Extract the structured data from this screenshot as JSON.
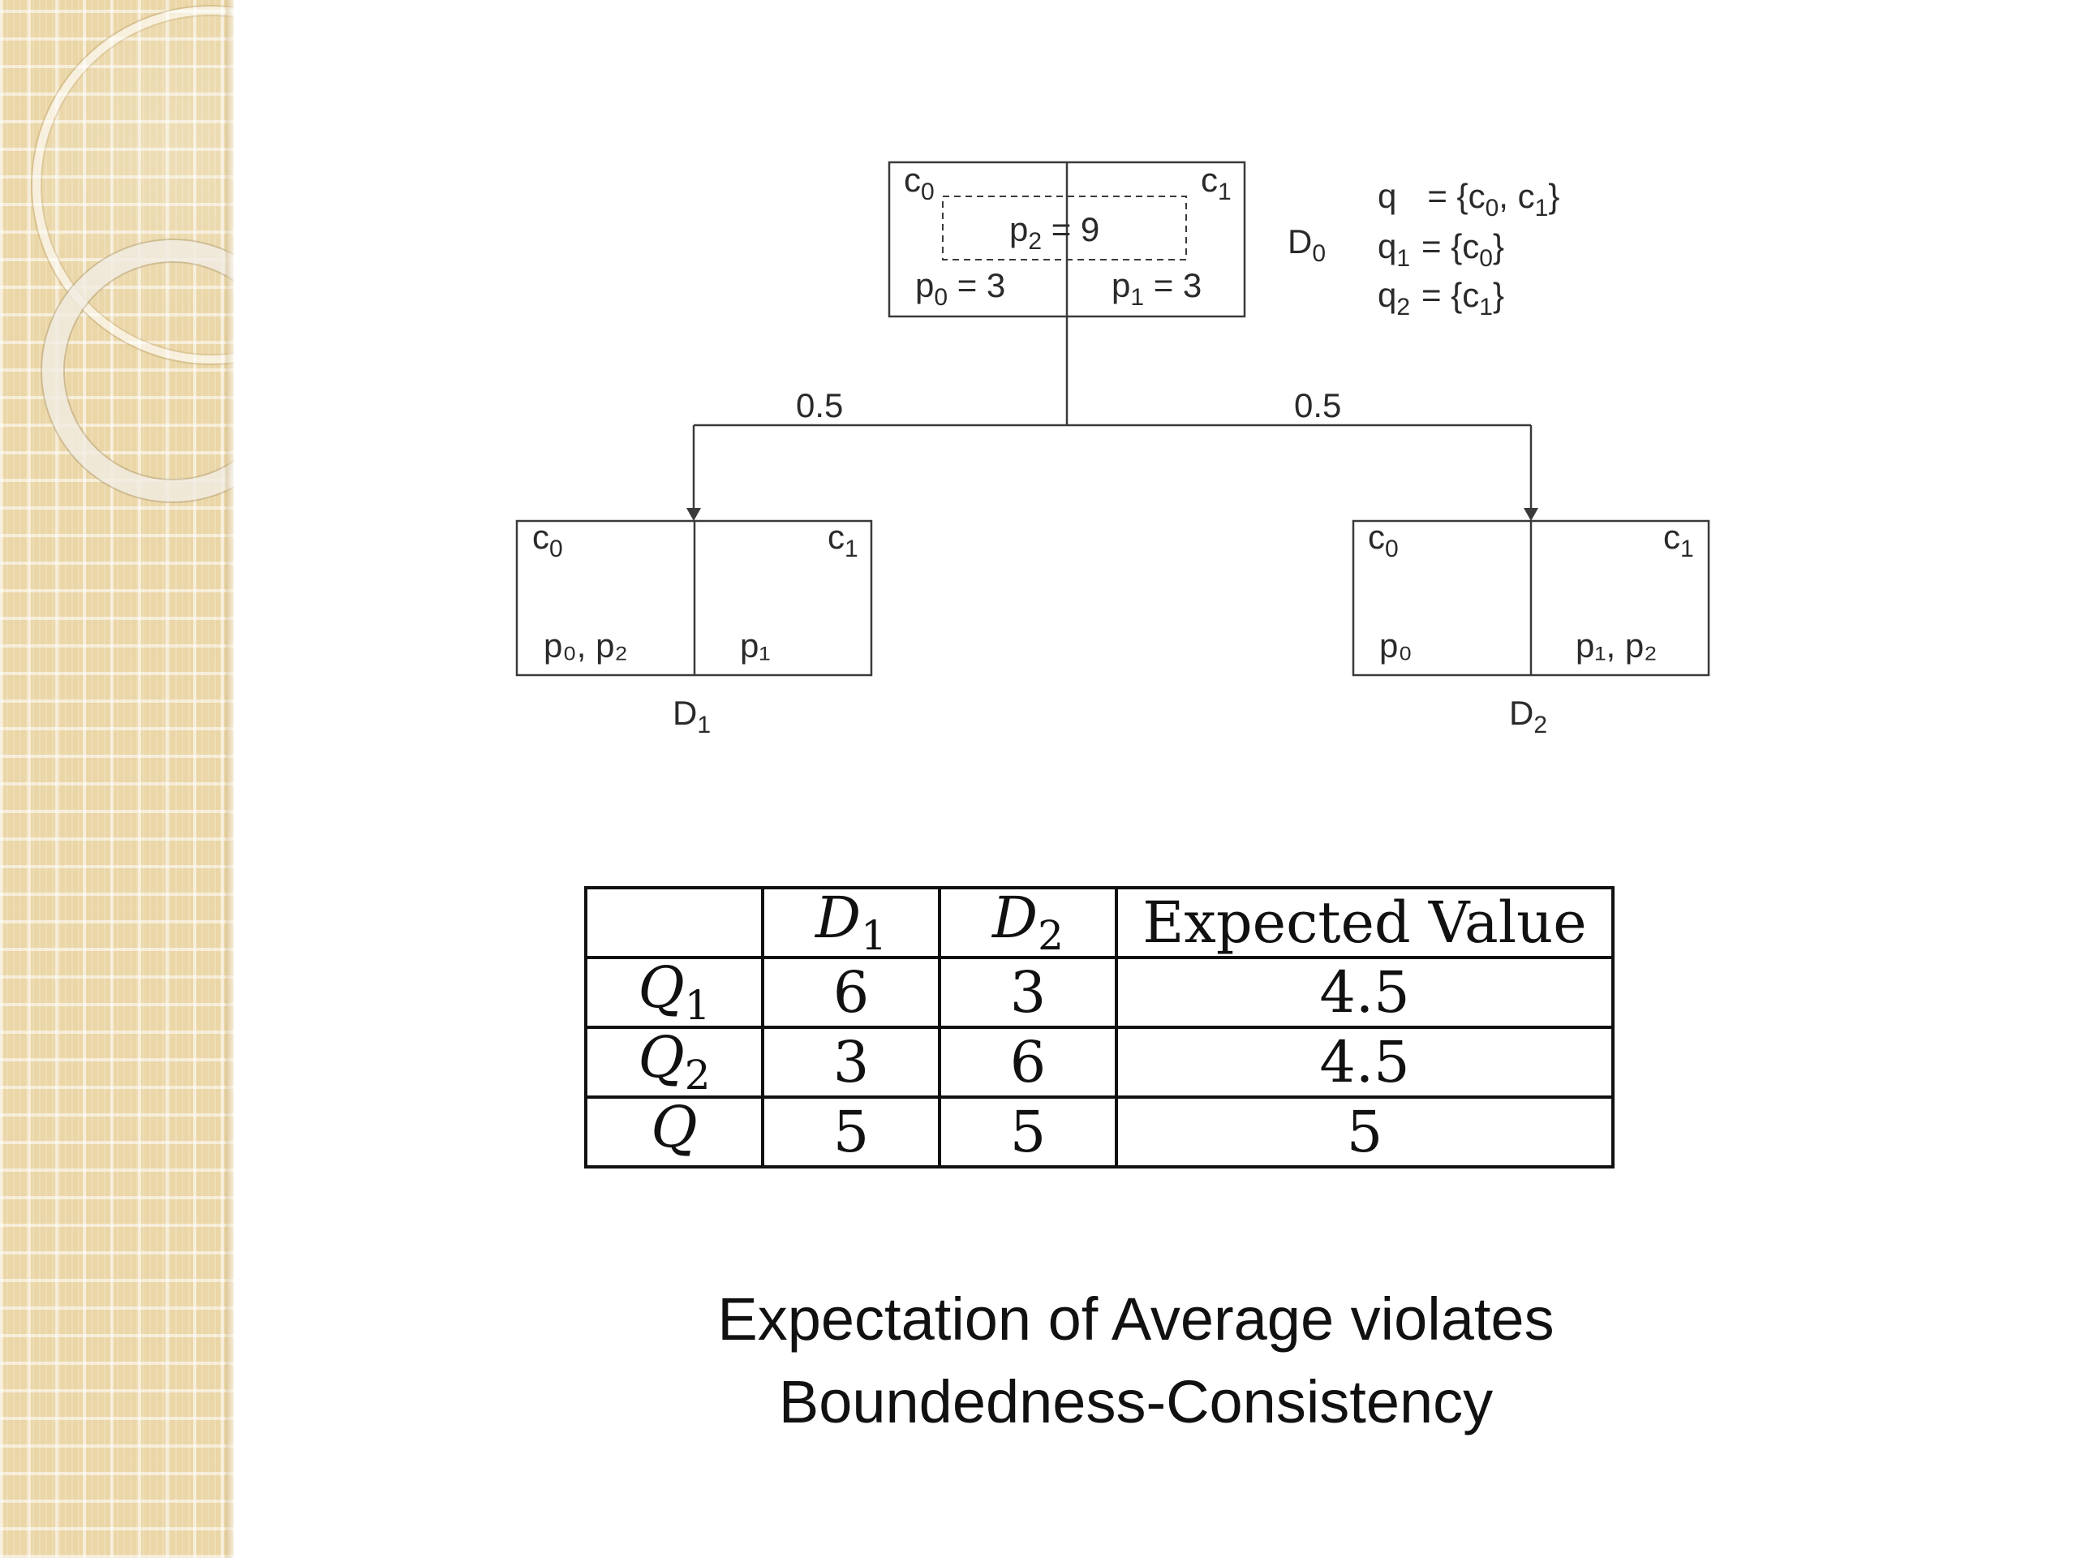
{
  "diagram": {
    "root": {
      "name": "D",
      "name_sub": "0",
      "cell_left": "c",
      "cell_left_sub": "0",
      "cell_right": "c",
      "cell_right_sub": "1",
      "inner_box": {
        "var": "p",
        "sub": "2",
        "eq": " = 9"
      },
      "left_value": {
        "var": "p",
        "sub": "0",
        "eq": " = 3"
      },
      "right_value": {
        "var": "p",
        "sub": "1",
        "eq": " = 3"
      }
    },
    "queries": [
      {
        "name": "q",
        "name_sub": "",
        "eq": "= {c",
        "items": [
          "0",
          ", c",
          "1"
        ],
        "close": "}"
      },
      {
        "name": "q",
        "name_sub": "1",
        "eq": "= {c",
        "items": [
          "0"
        ],
        "close": "}"
      },
      {
        "name": "q",
        "name_sub": "2",
        "eq": "= {c",
        "items": [
          "1"
        ],
        "close": "}"
      }
    ],
    "edges": [
      {
        "label": "0.5"
      },
      {
        "label": "0.5"
      }
    ],
    "children": [
      {
        "name": "D",
        "name_sub": "1",
        "cell_left": "c",
        "cell_left_sub": "0",
        "cell_right": "c",
        "cell_right_sub": "1",
        "left_contents": "p₀, p₂",
        "right_contents": "p₁"
      },
      {
        "name": "D",
        "name_sub": "2",
        "cell_left": "c",
        "cell_left_sub": "0",
        "cell_right": "c",
        "cell_right_sub": "1",
        "left_contents": "p₀",
        "right_contents": "p₁, p₂"
      }
    ]
  },
  "table": {
    "header": {
      "col1": "D",
      "col1_sub": "1",
      "col2": "D",
      "col2_sub": "2",
      "col3": "Expected Value"
    },
    "rows": [
      {
        "label": "Q",
        "label_sub": "1",
        "d1": "6",
        "d2": "3",
        "ev": "4.5"
      },
      {
        "label": "Q",
        "label_sub": "2",
        "d1": "3",
        "d2": "6",
        "ev": "4.5"
      },
      {
        "label": "Q",
        "label_sub": "",
        "d1": "5",
        "d2": "5",
        "ev": "5"
      }
    ]
  },
  "caption": {
    "line1": "Expectation of Average violates",
    "line2": "Boundedness-Consistency"
  }
}
